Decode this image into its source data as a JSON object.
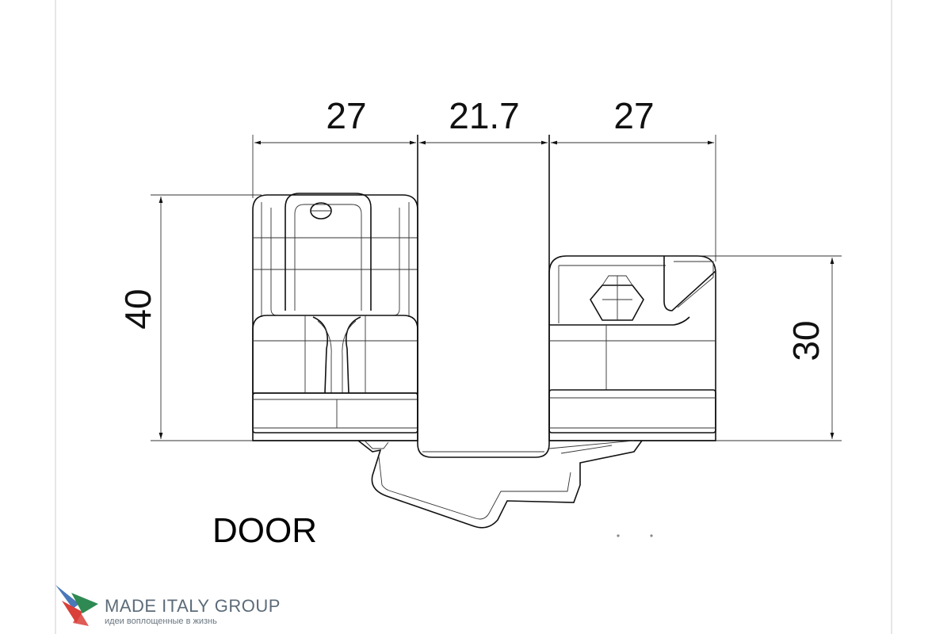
{
  "dimensions": {
    "width_left": "27",
    "width_middle": "21.7",
    "width_right": "27",
    "height_left": "40",
    "height_right": "30"
  },
  "labels": {
    "door": "DOOR"
  },
  "brand": {
    "name": "MADE ITALY GROUP",
    "tagline": "идеи воплощенные в жизнь",
    "colors": [
      "#d9403a",
      "#2e8a52",
      "#4a78b8"
    ]
  }
}
